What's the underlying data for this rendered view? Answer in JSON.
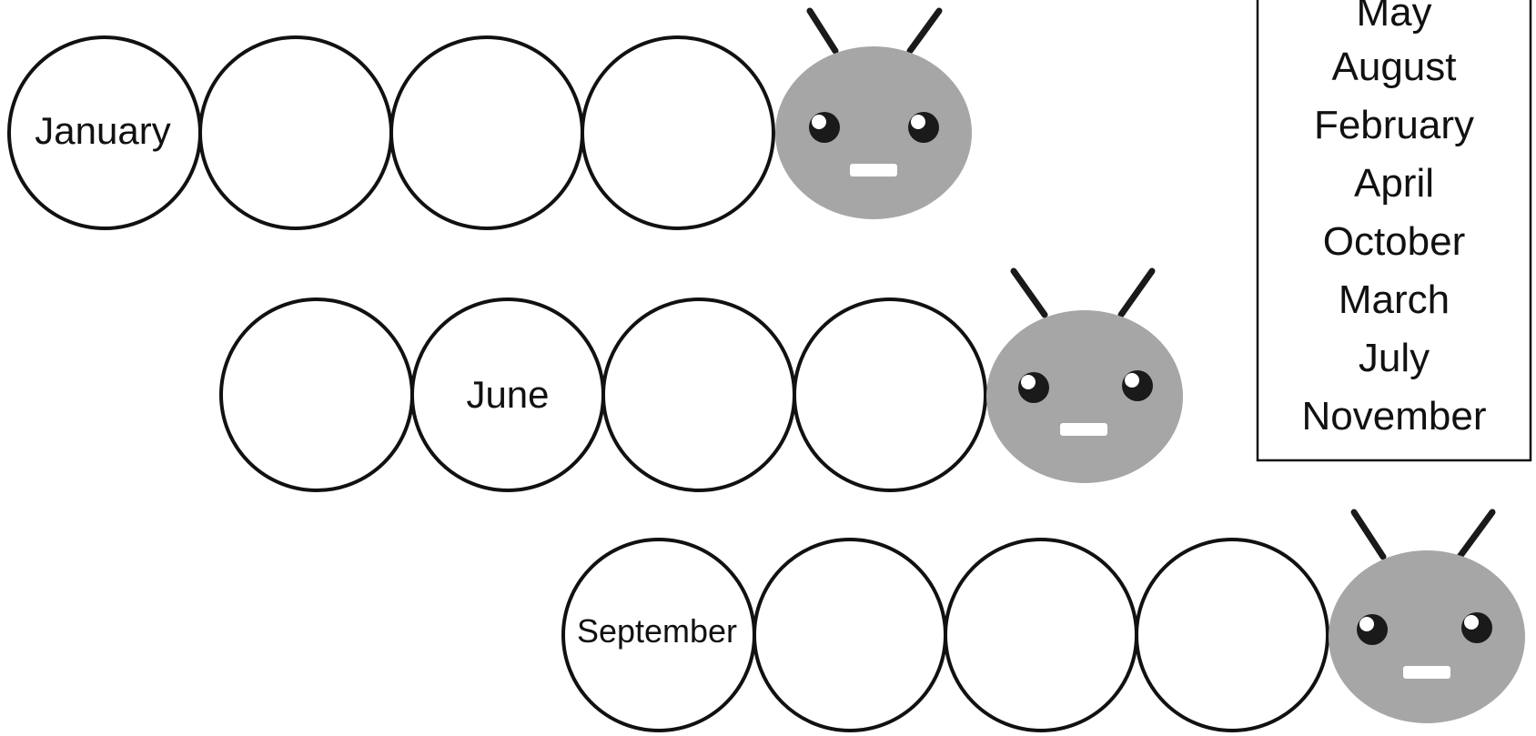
{
  "caterpillars": [
    {
      "segments": [
        "January",
        "",
        "",
        ""
      ],
      "colors": {
        "head": "#a6a6a6",
        "outline": "#111111"
      }
    },
    {
      "segments": [
        "",
        "June",
        "",
        ""
      ],
      "colors": {
        "head": "#a6a6a6",
        "outline": "#111111"
      }
    },
    {
      "segments": [
        "September",
        "",
        "",
        ""
      ],
      "colors": {
        "head": "#a6a6a6",
        "outline": "#111111"
      }
    }
  ],
  "word_bank": {
    "words": [
      "May",
      "August",
      "February",
      "April",
      "October",
      "March",
      "July",
      "November"
    ]
  }
}
